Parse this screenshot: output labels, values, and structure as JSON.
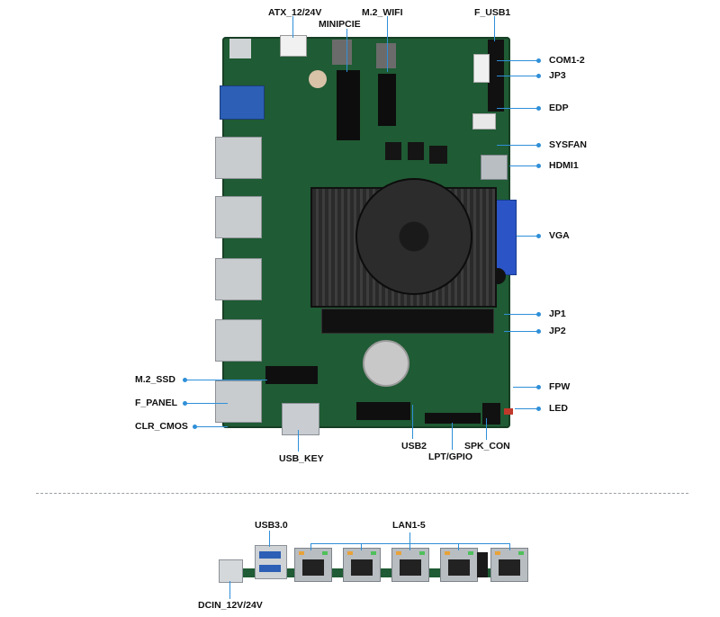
{
  "top_labels": {
    "atx": "ATX_12/24V",
    "minipcie": "MINIPCIE",
    "m2_wifi": "M.2_WIFI",
    "f_usb1": "F_USB1"
  },
  "right_labels": {
    "com12": "COM1-2",
    "jp3": "JP3",
    "edp": "EDP",
    "sysfan": "SYSFAN",
    "hdmi1": "HDMI1",
    "vga": "VGA",
    "jp1": "JP1",
    "jp2": "JP2",
    "fpw": "FPW",
    "led": "LED"
  },
  "left_labels": {
    "m2_ssd": "M.2_SSD",
    "f_panel": "F_PANEL",
    "clr_cmos": "CLR_CMOS"
  },
  "bottom_labels": {
    "usb_key": "USB_KEY",
    "usb2": "USB2",
    "lpt_gpio": "LPT/GPIO",
    "spk_con": "SPK_CON"
  },
  "io_labels": {
    "usb30": "USB3.0",
    "lan15": "LAN1-5",
    "dcin": "DCIN_12V/24V"
  },
  "colors": {
    "accent_line": "#2f8fd8",
    "pcb": "#1f5b34"
  }
}
